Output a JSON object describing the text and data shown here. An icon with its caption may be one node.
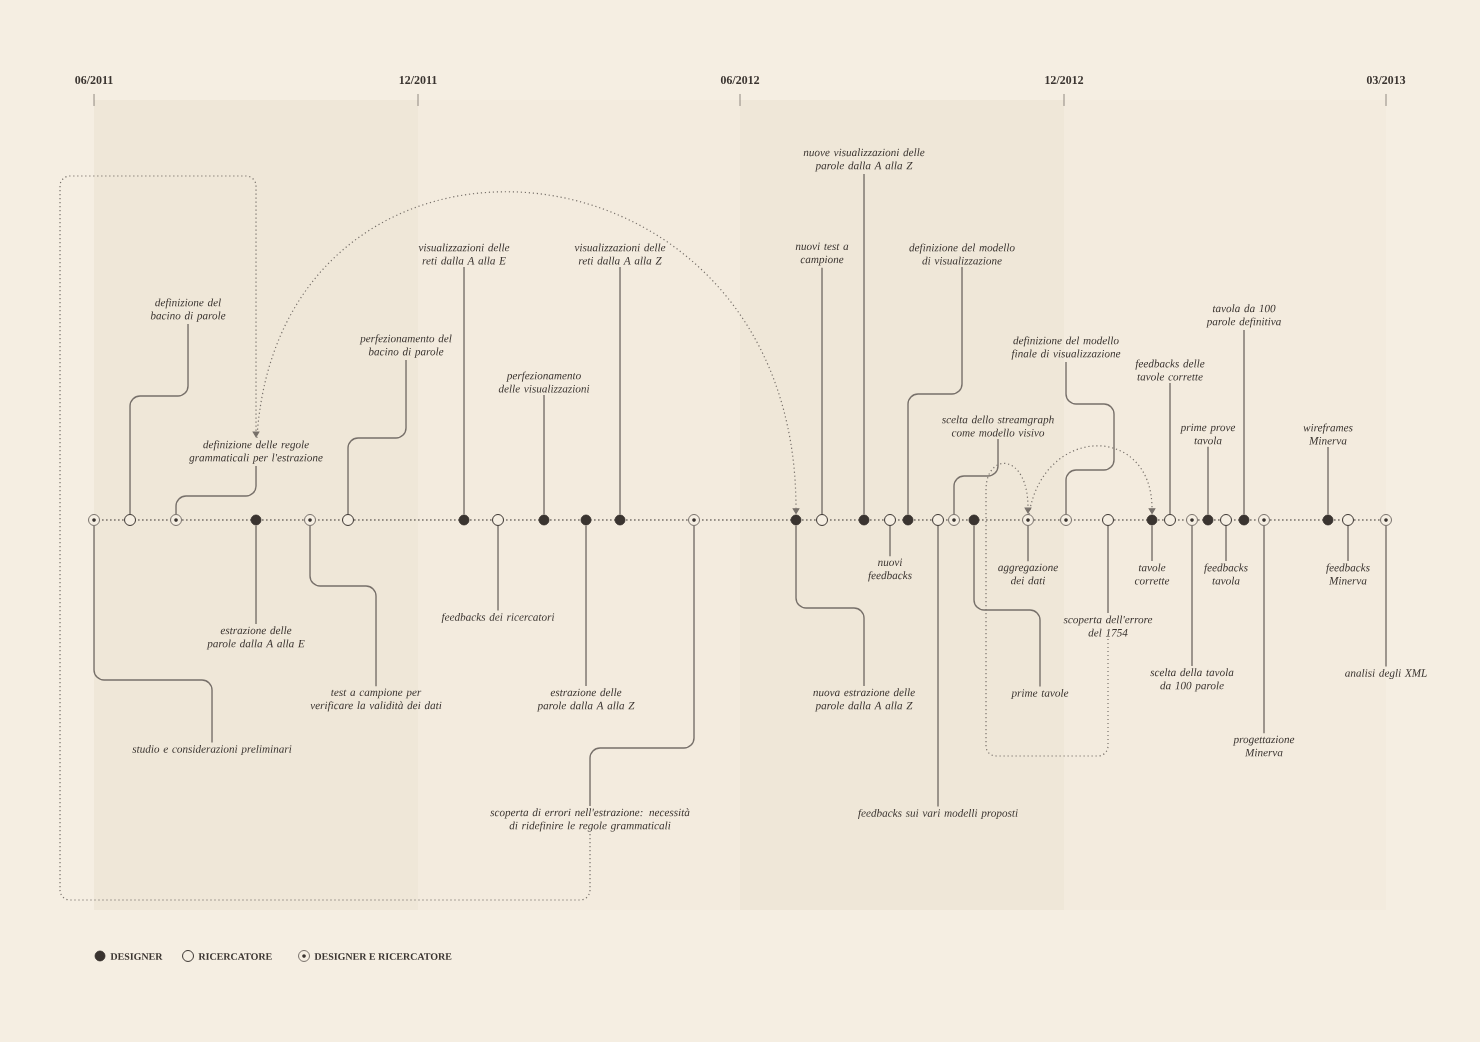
{
  "diagram": {
    "nodes": [
      {
        "text": [
          "studio e considerazioni preliminari"
        ]
      },
      {
        "text": [
          "definizione del bacino di parole"
        ]
      },
      {
        "text": [
          "definizione delle regole grammaticali per l'estrazione"
        ]
      },
      {
        "text": [
          "estrazione delle parole dalla A alla E"
        ]
      },
      {
        "text": [
          "test a campione per verificare la validità dei dati"
        ]
      },
      {
        "text": [
          "perfezionamento del bacino di parole"
        ]
      },
      {
        "text": [
          "visualizzazioni delle reti dalla A alla E"
        ]
      },
      {
        "text": [
          "feedbacks dei ricercatori"
        ]
      },
      {
        "text": [
          "perfezionamento delle visualizzazioni"
        ]
      },
      {
        "text": [
          "estrazione delle parole dalla A alla Z"
        ]
      },
      {
        "text": [
          "visualizzazioni delle reti dalla A alla Z"
        ]
      },
      {
        "text": [
          "scoperta di errori nell'estrazione: necessità di ridefinire le regole grammaticali"
        ]
      },
      {
        "text": [
          "nuova estrazione delle parole dalla A alla Z"
        ]
      },
      {
        "text": [
          "nuovi test a campione"
        ]
      },
      {
        "text": [
          "nuove visualizzazioni delle parole dalla A alla Z"
        ]
      },
      {
        "text": [
          "nuovi feedbacks"
        ]
      },
      {
        "text": [
          "definizione del modello di visualizzazione"
        ]
      },
      {
        "text": [
          "feedbacks sui vari modelli proposti"
        ]
      },
      {
        "text": [
          "scelta dello streamgraph come modello visivo"
        ]
      },
      {
        "text": [
          "prime tavole"
        ]
      },
      {
        "text": [
          "aggregazione dei dati"
        ]
      },
      {
        "text": [
          "definizione del modello finale di visualizzazione"
        ]
      },
      {
        "text": [
          "scoperta dell'errore del 1754"
        ]
      },
      {
        "text": [
          "tavole corrette"
        ]
      },
      {
        "text": [
          "feedbacks delle tavole corrette"
        ]
      },
      {
        "text": [
          "scelta della tavola da 100 parole"
        ]
      },
      {
        "text": [
          "prime prove tavola"
        ]
      },
      {
        "text": [
          "feedbacks tavola"
        ]
      },
      {
        "text": [
          "tavola da 100 parole definitiva"
        ]
      },
      {
        "text": [
          "progettazione Minerva"
        ]
      },
      {
        "text": [
          "wireframes Minerva"
        ]
      },
      {
        "text": [
          "feedbacks Minerva"
        ]
      },
      {
        "text": [
          "analisi degli XML"
        ]
      },
      {
        "text": [],
        "shape": "target"
      },
      {
        "text": [],
        "shape": "circle"
      },
      {
        "text": [],
        "shape": "target"
      },
      {
        "text": [],
        "shape": "dot"
      },
      {
        "text": [],
        "shape": "target"
      },
      {
        "text": [],
        "shape": "circle"
      },
      {
        "text": [],
        "shape": "dot"
      },
      {
        "text": [],
        "shape": "circle"
      },
      {
        "text": [],
        "shape": "dot"
      },
      {
        "text": [],
        "shape": "dot"
      },
      {
        "text": [],
        "shape": "dot"
      },
      {
        "text": [],
        "shape": "target"
      },
      {
        "text": [],
        "shape": "dot"
      },
      {
        "text": [],
        "shape": "circle"
      },
      {
        "text": [],
        "shape": "dot"
      },
      {
        "text": [],
        "shape": "circle"
      },
      {
        "text": [],
        "shape": "dot"
      },
      {
        "text": [],
        "shape": "circle"
      },
      {
        "text": [],
        "shape": "target"
      },
      {
        "text": [],
        "shape": "dot"
      },
      {
        "text": [],
        "shape": "target"
      },
      {
        "text": [],
        "shape": "target"
      },
      {
        "text": [],
        "shape": "circle"
      },
      {
        "text": [],
        "shape": "dot"
      },
      {
        "text": [],
        "shape": "circle"
      },
      {
        "text": [],
        "shape": "target"
      },
      {
        "text": [],
        "shape": "dot"
      },
      {
        "text": [],
        "shape": "circle"
      },
      {
        "text": [],
        "shape": "dot"
      },
      {
        "text": [],
        "shape": "target"
      },
      {
        "text": [],
        "shape": "dot"
      },
      {
        "text": [],
        "shape": "circle"
      },
      {
        "text": [],
        "shape": "target"
      }
    ],
    "edges": [
      {
        "from": 0,
        "to": 33,
        "arrow": "none"
      },
      {
        "from": 1,
        "to": 34,
        "arrow": "none"
      },
      {
        "from": 2,
        "to": 35,
        "arrow": "none"
      },
      {
        "from": 3,
        "to": 36,
        "arrow": "none"
      },
      {
        "from": 4,
        "to": 37,
        "arrow": "none"
      },
      {
        "from": 5,
        "to": 38,
        "arrow": "none"
      },
      {
        "from": 6,
        "to": 39,
        "arrow": "none"
      },
      {
        "from": 7,
        "to": 40,
        "arrow": "none"
      },
      {
        "from": 8,
        "to": 41,
        "arrow": "none"
      },
      {
        "from": 9,
        "to": 42,
        "arrow": "none"
      },
      {
        "from": 10,
        "to": 43,
        "arrow": "none"
      },
      {
        "from": 11,
        "to": 44,
        "arrow": "none"
      },
      {
        "from": 12,
        "to": 45,
        "arrow": "none"
      },
      {
        "from": 13,
        "to": 46,
        "arrow": "none"
      },
      {
        "from": 14,
        "to": 47,
        "arrow": "none"
      },
      {
        "from": 15,
        "to": 48,
        "arrow": "none"
      },
      {
        "from": 16,
        "to": 49,
        "arrow": "none"
      },
      {
        "from": 17,
        "to": 50,
        "arrow": "none"
      },
      {
        "from": 18,
        "to": 51,
        "arrow": "none"
      },
      {
        "from": 19,
        "to": 52,
        "arrow": "none"
      },
      {
        "from": 20,
        "to": 53,
        "arrow": "none"
      },
      {
        "from": 21,
        "to": 54,
        "arrow": "none"
      },
      {
        "from": 22,
        "to": 55,
        "arrow": "none"
      },
      {
        "from": 23,
        "to": 56,
        "arrow": "none"
      },
      {
        "from": 24,
        "to": 57,
        "arrow": "none"
      },
      {
        "from": 25,
        "to": 58,
        "arrow": "none"
      },
      {
        "from": 26,
        "to": 59,
        "arrow": "none"
      },
      {
        "from": 27,
        "to": 60,
        "arrow": "none"
      },
      {
        "from": 28,
        "to": 61,
        "arrow": "none"
      },
      {
        "from": 29,
        "to": 62,
        "arrow": "none"
      },
      {
        "from": 30,
        "to": 63,
        "arrow": "none"
      },
      {
        "from": 31,
        "to": 64,
        "arrow": "none"
      },
      {
        "from": 32,
        "to": 65,
        "arrow": "none"
      },
      {
        "from": 11,
        "to": 2,
        "arrow": "to",
        "style": "dashed"
      },
      {
        "from": 2,
        "to": 45,
        "arrow": "to",
        "style": "dashed"
      },
      {
        "from": 22,
        "to": 53,
        "arrow": "to",
        "style": "dashed"
      },
      {
        "from": 53,
        "to": 56,
        "arrow": "to",
        "style": "dashed"
      }
    ],
    "labels": [
      "06/2011",
      "12/2011",
      "06/2012",
      "12/2012",
      "03/2013"
    ],
    "legend": [
      {
        "text": "DESIGNER"
      },
      {
        "text": "RICERCATORE"
      },
      {
        "text": "DESIGNER E RICERCATORE"
      }
    ]
  }
}
